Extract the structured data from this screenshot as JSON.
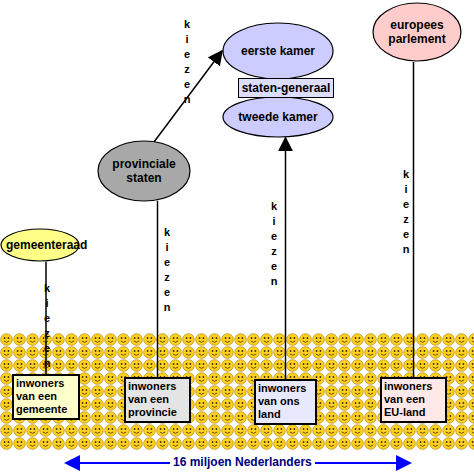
{
  "diagram": {
    "nodes": [
      {
        "text": [
          "europees parlement"
        ]
      },
      {
        "text": [
          "eerste kamer"
        ]
      },
      {
        "text": [
          "staten-generaal"
        ]
      },
      {
        "text": [
          "tweede kamer"
        ]
      },
      {
        "text": [
          "provinciale staten"
        ]
      },
      {
        "text": [
          "gemeenteraad"
        ]
      },
      {
        "text": [
          "inwoners van een gemeente"
        ]
      },
      {
        "text": [
          "inwoners van een provincie"
        ]
      },
      {
        "text": [
          "inwoners van ons land"
        ]
      },
      {
        "text": [
          "inwoners van een EU-land"
        ]
      }
    ],
    "edges": [
      {
        "from": 6,
        "to": 5,
        "arrow": "none",
        "label": "kiezen"
      },
      {
        "from": 7,
        "to": 4,
        "arrow": "none",
        "label": "kiezen"
      },
      {
        "from": 4,
        "to": 1,
        "arrow": "to",
        "label": "kiezen"
      },
      {
        "from": 8,
        "to": 3,
        "arrow": "to",
        "label": "kiezen"
      },
      {
        "from": 9,
        "to": 0,
        "arrow": "none",
        "label": "kiezen"
      }
    ],
    "labels": [
      "16 miljoen Nederlanders"
    ]
  }
}
